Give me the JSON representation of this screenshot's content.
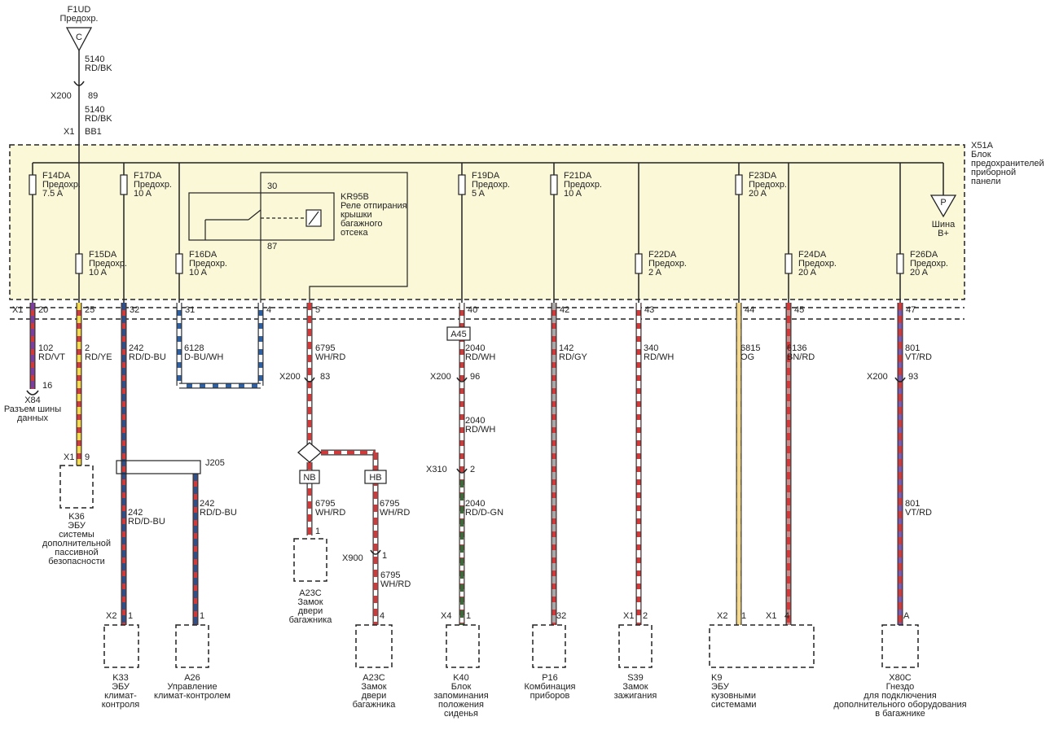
{
  "top_source": {
    "fuse": "F1UD",
    "desc": "Предохр.",
    "symbol": "C"
  },
  "feed_wires": [
    {
      "lines": [
        "5140",
        "RD/BK"
      ]
    },
    {
      "lines": [
        "5140",
        "RD/BK"
      ]
    }
  ],
  "feed_connectors": [
    {
      "name": "X200",
      "pin": "89"
    },
    {
      "name": "X1",
      "pin": "BB1"
    }
  ],
  "fuse_block": {
    "id": "X51A",
    "lines": [
      "X51A",
      "Блок",
      "предохранителей",
      "приборной",
      "панели"
    ],
    "connector": "X1",
    "bplus": {
      "symbol": "P",
      "lines": [
        "Шина",
        "B+"
      ]
    }
  },
  "fuses": [
    {
      "lines": [
        "F14DA",
        "Предохр.",
        "7.5 A"
      ]
    },
    {
      "lines": [
        "F17DA",
        "Предохр.",
        "10 A"
      ]
    },
    {
      "lines": [
        "F15DA",
        "Предохр.",
        "10 A"
      ]
    },
    {
      "lines": [
        "F16DA",
        "Предохр.",
        "10 A"
      ]
    },
    {
      "lines": [
        "F19DA",
        "Предохр.",
        "5 A"
      ]
    },
    {
      "lines": [
        "F21DA",
        "Предохр.",
        "10 A"
      ]
    },
    {
      "lines": [
        "F22DA",
        "Предохр.",
        "2 A"
      ]
    },
    {
      "lines": [
        "F23DA",
        "Предохр.",
        "20 A"
      ]
    },
    {
      "lines": [
        "F24DA",
        "Предохр.",
        "20 A"
      ]
    },
    {
      "lines": [
        "F26DA",
        "Предохр.",
        "20 A"
      ]
    }
  ],
  "relay": {
    "lines": [
      "KR95B",
      "Реле отпирания",
      "крышки",
      "багажного",
      "отсека"
    ],
    "pin_top": "30",
    "pin_bottom": "87"
  },
  "x1_pins": [
    "20",
    "25",
    "32",
    "31",
    "4",
    "5",
    "40",
    "42",
    "43",
    "44",
    "45",
    "47"
  ],
  "wires": [
    {
      "lines": [
        "102",
        "RD/VT"
      ],
      "colors": [
        "#cf3b3b",
        "#7b3f9e"
      ]
    },
    {
      "lines": [
        "2",
        "RD/YE"
      ],
      "colors": [
        "#cf3b3b",
        "#f2dc4a"
      ]
    },
    {
      "lines": [
        "242",
        "RD/D-BU"
      ],
      "colors": [
        "#cf3b3b",
        "#2f4f86"
      ]
    },
    {
      "lines": [
        "6128",
        "D-BU/WH"
      ],
      "colors": [
        "#2f5f9e",
        "#ffffff"
      ]
    },
    {
      "lines": [
        "6795",
        "WH/RD"
      ],
      "colors": [
        "#ffffff",
        "#cf3b3b"
      ]
    },
    {
      "lines": [
        "2040",
        "RD/WH"
      ],
      "colors": [
        "#cf3b3b",
        "#ffffff"
      ]
    },
    {
      "lines": [
        "142",
        "RD/GY"
      ],
      "colors": [
        "#cf3b3b",
        "#a8a8a8"
      ]
    },
    {
      "lines": [
        "340",
        "RD/WH"
      ],
      "colors": [
        "#cf3b3b",
        "#ffffff"
      ]
    },
    {
      "lines": [
        "6815",
        "OG"
      ],
      "colors": [
        "#f5d88a",
        "#f5d88a"
      ]
    },
    {
      "lines": [
        "6136",
        "BN/RD"
      ],
      "colors": [
        "#c98a8a",
        "#cf3b3b"
      ]
    },
    {
      "lines": [
        "801",
        "VT/RD"
      ],
      "colors": [
        "#7b5bb0",
        "#cf3b3b"
      ]
    },
    {
      "lines": [
        "242",
        "RD/D-BU"
      ],
      "colors": [
        "#cf3b3b",
        "#2f4f86"
      ]
    },
    {
      "lines": [
        "242",
        "RD/D-BU"
      ],
      "colors": [
        "#cf3b3b",
        "#2f4f86"
      ]
    },
    {
      "lines": [
        "6795",
        "WH/RD"
      ],
      "colors": [
        "#ffffff",
        "#cf3b3b"
      ]
    },
    {
      "lines": [
        "6795",
        "WH/RD"
      ],
      "colors": [
        "#ffffff",
        "#cf3b3b"
      ]
    },
    {
      "lines": [
        "6795",
        "WH/RD"
      ],
      "colors": [
        "#ffffff",
        "#cf3b3b"
      ]
    },
    {
      "lines": [
        "2040",
        "RD/WH"
      ],
      "colors": [
        "#cf3b3b",
        "#ffffff"
      ]
    },
    {
      "lines": [
        "2040",
        "RD/D-GN"
      ],
      "colors": [
        "#cf3b3b",
        "#3a6b3a"
      ]
    },
    {
      "lines": [
        "801",
        "VT/RD"
      ],
      "colors": [
        "#7b5bb0",
        "#cf3b3b"
      ]
    }
  ],
  "inline_connectors": [
    {
      "name": "X200",
      "pin": "83"
    },
    {
      "name": "X200",
      "pin": "96"
    },
    {
      "name": "X310",
      "pin": "2"
    },
    {
      "name": "X200",
      "pin": "93"
    },
    {
      "name": "X900",
      "pin": "1"
    }
  ],
  "splice": {
    "name": "J205"
  },
  "option_tags": [
    "A45",
    "NB",
    "HB"
  ],
  "components": [
    {
      "name": "X84",
      "lines": [
        "X84",
        "Разъем шины",
        "данных"
      ],
      "conn": "",
      "pin": "16"
    },
    {
      "name": "K36",
      "lines": [
        "K36",
        "ЭБУ",
        "системы",
        "дополнительной",
        "пассивной",
        "безопасности"
      ],
      "conn": "X1",
      "pin": "9"
    },
    {
      "name": "K33",
      "lines": [
        "K33",
        "ЭБУ",
        "климат-",
        "контроля"
      ],
      "conn": "X2",
      "pin": "1"
    },
    {
      "name": "A26",
      "lines": [
        "A26",
        "Управление",
        "климат-контролем"
      ],
      "conn": "",
      "pin": "1"
    },
    {
      "name": "A23C-1",
      "lines": [
        "A23C",
        "Замок",
        "двери",
        "багажника"
      ],
      "conn": "",
      "pin": "1"
    },
    {
      "name": "A23C-2",
      "lines": [
        "A23C",
        "Замок",
        "двери",
        "багажника"
      ],
      "conn": "",
      "pin": "4"
    },
    {
      "name": "K40",
      "lines": [
        "K40",
        "Блок",
        "запоминания",
        "положения",
        "сиденья"
      ],
      "conn": "X4",
      "pin": "1"
    },
    {
      "name": "P16",
      "lines": [
        "P16",
        "Комбинация",
        "приборов"
      ],
      "conn": "",
      "pin": "32"
    },
    {
      "name": "S39",
      "lines": [
        "S39",
        "Замок",
        "зажигания"
      ],
      "conn": "X1",
      "pin": "2"
    },
    {
      "name": "K9",
      "lines": [
        "K9",
        "ЭБУ",
        "кузовными",
        "системами"
      ],
      "conn": "X2",
      "pin": "1",
      "conn2": "X1",
      "pin2": "4"
    },
    {
      "name": "X80C",
      "lines": [
        "X80C",
        "Гнездо",
        "для подключения",
        "дополнительного оборудования",
        "в багажнике"
      ],
      "conn": "",
      "pin": "A"
    }
  ]
}
